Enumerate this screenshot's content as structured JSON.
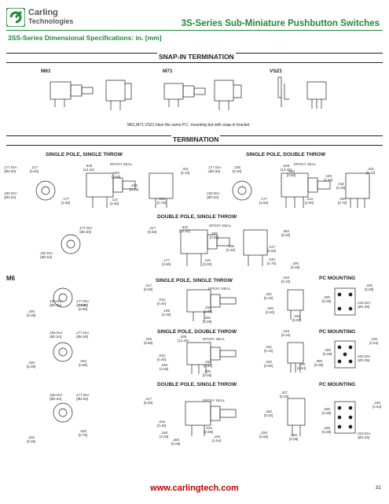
{
  "header": {
    "logo_line1": "Carling",
    "logo_line2": "Technologies",
    "title": "3S-Series Sub-Miniature Pushbutton Switches",
    "subheading": "3SS-Series Dimensional Specifications: in. [mm]"
  },
  "snap_in": {
    "band_label": "SNAP-IN TERMINATION",
    "models": [
      "M61",
      "M71",
      "VS21"
    ],
    "note": "M61,M71,VS21 have the same P.C. mounting but with snap-in bracket."
  },
  "termination": {
    "band_label": "TERMINATION",
    "left_title": "SINGLE POLE, SINGLE THROW",
    "right_title": "SINGLE POLE, DOUBLE THROW",
    "left_dims": [
      ".177 DIA\n[Ø4.50]",
      ".217\n[5.50]",
      ".528\n[13.40]",
      "EPOXY SEAL",
      ".020\n[0.50]",
      ".010\n[0.25]",
      ".114\n[2.90]",
      ".201\n[5.10]",
      ".100 DIA\n[Ø2.54]",
      ".177\n[4.50]",
      ".030\n[0.76]"
    ],
    "right_dims": [
      ".177 DIA\n[Ø4.50]",
      ".236\n[6.00]",
      ".528\n[13.40]",
      "EPOXY SEAL",
      ".020\n[0.50]",
      ".100\n[2.54]",
      ".010\n[0.25]",
      ".201\n[5.10]",
      ".100 DIA\n[Ø2.54]",
      ".177\n[4.50]",
      ".114\n[2.90]",
      ".030\n[0.76]"
    ],
    "dpst_title": "DOUBLE POLE, SINGLE THROW",
    "dpst_dims": [
      ".177 DIA\n[Ø4.50]",
      ".100 DIA\n[Ø2.54]",
      ".217\n[5.50]",
      ".532\n[13.50]",
      "EPOXY SEAL",
      ".020\n[0.50]",
      ".008\n[0.20]",
      ".177\n[4.50]",
      ".120\n[3.00]",
      ".362\n[9.20]",
      ".217\n[5.50]",
      ".030\n[0.76]",
      ".200\n[5.08]"
    ]
  },
  "m6": {
    "label": "M6",
    "rows": [
      {
        "title": "SINGLE POLE, SINGLE THROW",
        "pc": "PC MOUNTING",
        "dims": [
          ".106 DIA\n[Ø2.54]",
          ".177 DIA\n[Ø4.50]",
          ".032\n[0.80]",
          ".200\n[5.08]",
          ".217\n[5.50]",
          "EPOXY SEAL",
          ".016\n[0.40]",
          ".159\n[4.05]",
          ".034\n[0.85]",
          ".200\n[5.08]",
          ".319\n[8.10]",
          ".201\n[5.10]",
          ".020\n[0.50]",
          ".200\n[5.08]",
          ".200\n[5.08]",
          ".200\n[5.08]",
          ".043 DIA\n[Ø1.09]"
        ]
      },
      {
        "title": "SINGLE POLE, DOUBLE THROW",
        "pc": "PC MOUNTING",
        "dims": [
          ".106 DIA\n[Ø2.54]",
          ".177 DIA\n[Ø4.50]",
          ".032\n[0.80]",
          ".200\n[5.08]",
          ".229\n[5.80]",
          ".528\n[13.40]",
          "EPOXY SEAL",
          ".016\n[0.40]",
          ".159\n[4.05]",
          ".034\n[0.85]",
          ".200\n[5.08]",
          ".319\n[8.10]",
          ".201\n[5.10]",
          ".020\n[0.50]",
          ".100\n[2.54]",
          ".200\n[5.08]",
          ".100\n[2.54]",
          ".200\n[5.08]",
          ".043 DIA\n[Ø1.09]"
        ]
      },
      {
        "title": "DOUBLE POLE, SINGLE THROW",
        "pc": "PC MOUNTING",
        "dims": [
          ".106 DIA\n[Ø2.54]",
          ".177 DIA\n[Ø4.50]",
          ".030\n[0.76]",
          ".200\n[5.08]",
          ".217\n[5.50]",
          "EPOXY SEAL",
          ".016\n[0.40]",
          ".158\n[4.00]",
          ".034\n[0.85]",
          ".200\n[5.08]",
          ".100\n[2.54]",
          ".327\n[8.30]",
          ".362\n[9.20]",
          ".020\n[0.50]",
          ".200\n[5.08]",
          ".200\n[5.08]",
          ".100\n[2.54]",
          ".200\n[5.08]",
          ".043 DIA\n[Ø1.09]"
        ]
      }
    ]
  },
  "footer": {
    "url": "www.carlingtech.com",
    "page": "31"
  }
}
